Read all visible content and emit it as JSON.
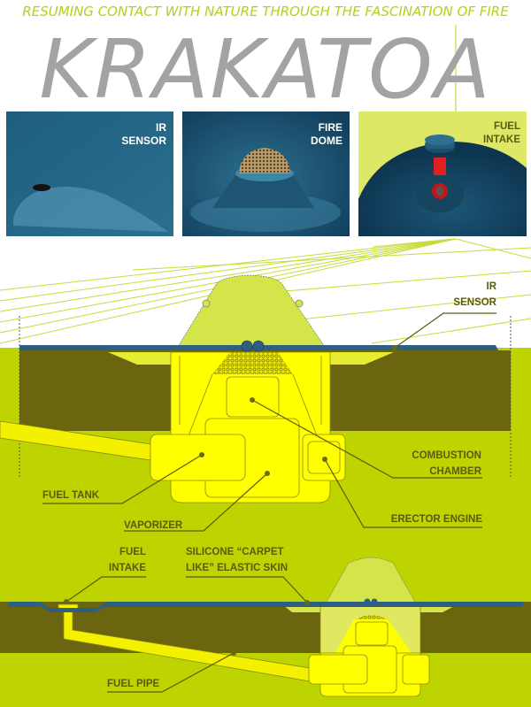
{
  "header": {
    "subtitle": "RESUMING CONTACT WITH NATURE THROUGH THE FASCINATION OF FIRE",
    "title": "KRAKATOA"
  },
  "photos": [
    {
      "line1": "IR",
      "line2": "SENSOR"
    },
    {
      "line1": "FIRE",
      "line2": "DOME"
    },
    {
      "line1": "FUEL",
      "line2": "INTAKE"
    }
  ],
  "main_diagram": {
    "labels": {
      "ir_sensor": [
        "IR",
        "SENSOR"
      ],
      "combustion_chamber": [
        "COMBUSTION",
        "CHAMBER"
      ],
      "fuel_tank": "FUEL TANK",
      "vaporizer": "VAPORIZER",
      "erector_engine": "ERECTOR ENGINE"
    }
  },
  "lower_diagram": {
    "labels": {
      "fuel_intake": [
        "FUEL",
        "INTAKE"
      ],
      "silicone_skin": [
        "SILICONE “CARPET",
        "LIKE” ELASTIC SKIN"
      ],
      "fuel_pipe": "FUEL PIPE"
    }
  },
  "colors": {
    "ground": "#bdd400",
    "soil": "#6b6510",
    "device": "#ffff00",
    "skin": "#2e5f82",
    "title": "#a3a3a3",
    "subtitle": "#b3d11a"
  }
}
